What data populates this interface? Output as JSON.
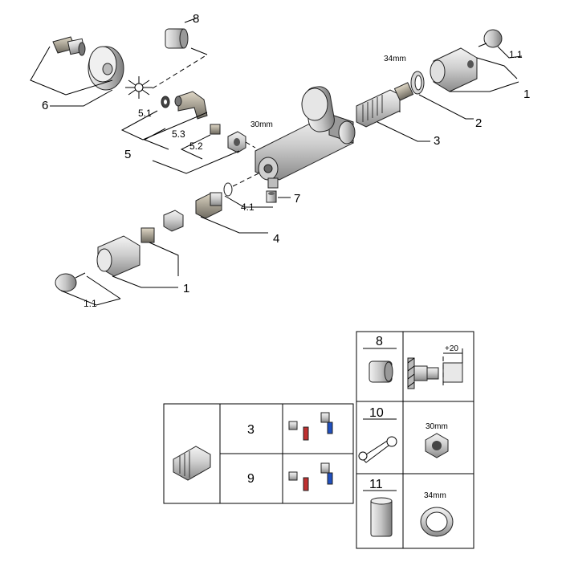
{
  "diagram": {
    "labels": {
      "p1_top": "1",
      "p1_1_top": "1.1",
      "p2": "2",
      "p3": "3",
      "size_34_top": "34mm",
      "p4": "4",
      "p4_1": "4.1",
      "p5": "5",
      "p5_1": "5.1",
      "p5_2": "5.2",
      "p5_3": "5.3",
      "size_30_top": "30mm",
      "p6": "6",
      "p7": "7",
      "p8": "8",
      "p1_bottom": "1",
      "p1_1_bottom": "1.1"
    },
    "table_left": {
      "row1_number": "3",
      "row2_number": "9"
    },
    "table_right": {
      "row1_number": "8",
      "extension": "+20",
      "row2_number": "10",
      "size_30": "30mm",
      "row3_number": "11",
      "size_34": "34mm"
    }
  }
}
